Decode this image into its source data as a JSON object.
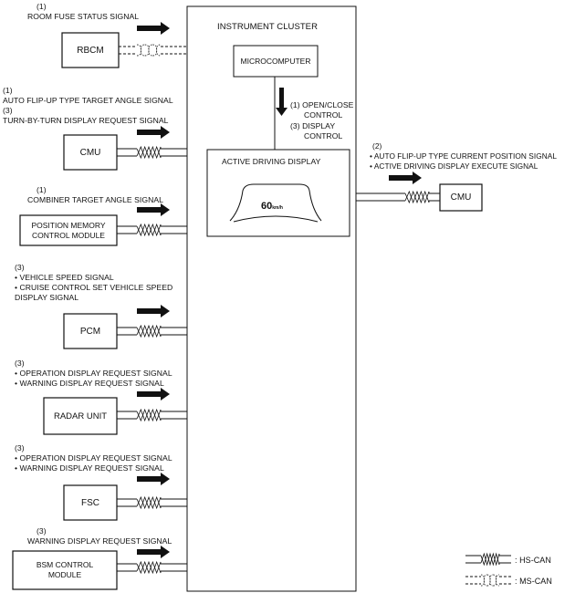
{
  "cluster": {
    "title": "INSTRUMENT CLUSTER",
    "microcomputer": "MICROCOMPUTER",
    "control_lines": [
      "(1) OPEN/CLOSE",
      "CONTROL",
      "(3) DISPLAY",
      "CONTROL"
    ],
    "active_display": {
      "title": "ACTIVE DRIVING DISPLAY",
      "speed_value": "60",
      "speed_unit": "km/h"
    }
  },
  "modules_left": [
    {
      "label": "RBCM",
      "lines": [
        "(1)",
        "ROOM FUSE STATUS SIGNAL"
      ]
    },
    {
      "label": "CMU",
      "lines": [
        "(1)",
        "AUTO FLIP-UP TYPE TARGET ANGLE SIGNAL",
        "(3)",
        "TURN-BY-TURN DISPLAY REQUEST SIGNAL"
      ]
    },
    {
      "label": "POSITION MEMORY\nCONTROL MODULE",
      "lines": [
        "(1)",
        "COMBINER TARGET ANGLE SIGNAL"
      ]
    },
    {
      "label": "PCM",
      "lines": [
        "(3)",
        "• VEHICLE SPEED SIGNAL",
        "• CRUISE CONTROL SET VEHICLE SPEED",
        "   DISPLAY SIGNAL"
      ]
    },
    {
      "label": "RADAR UNIT",
      "lines": [
        "(3)",
        "• OPERATION DISPLAY REQUEST SIGNAL",
        "• WARNING DISPLAY REQUEST SIGNAL"
      ]
    },
    {
      "label": "FSC",
      "lines": [
        "(3)",
        "• OPERATION DISPLAY REQUEST SIGNAL",
        "• WARNING DISPLAY REQUEST SIGNAL"
      ]
    },
    {
      "label": "BSM CONTROL\nMODULE",
      "lines": [
        "(3)",
        "WARNING DISPLAY REQUEST SIGNAL"
      ]
    }
  ],
  "module_right": {
    "label": "CMU",
    "lines": [
      "(2)",
      "• AUTO FLIP-UP TYPE CURRENT POSITION SIGNAL",
      "• ACTIVE DRIVING DISPLAY EXECUTE SIGNAL"
    ]
  },
  "legend": {
    "hs_can": ": HS-CAN",
    "ms_can": ": MS-CAN"
  }
}
